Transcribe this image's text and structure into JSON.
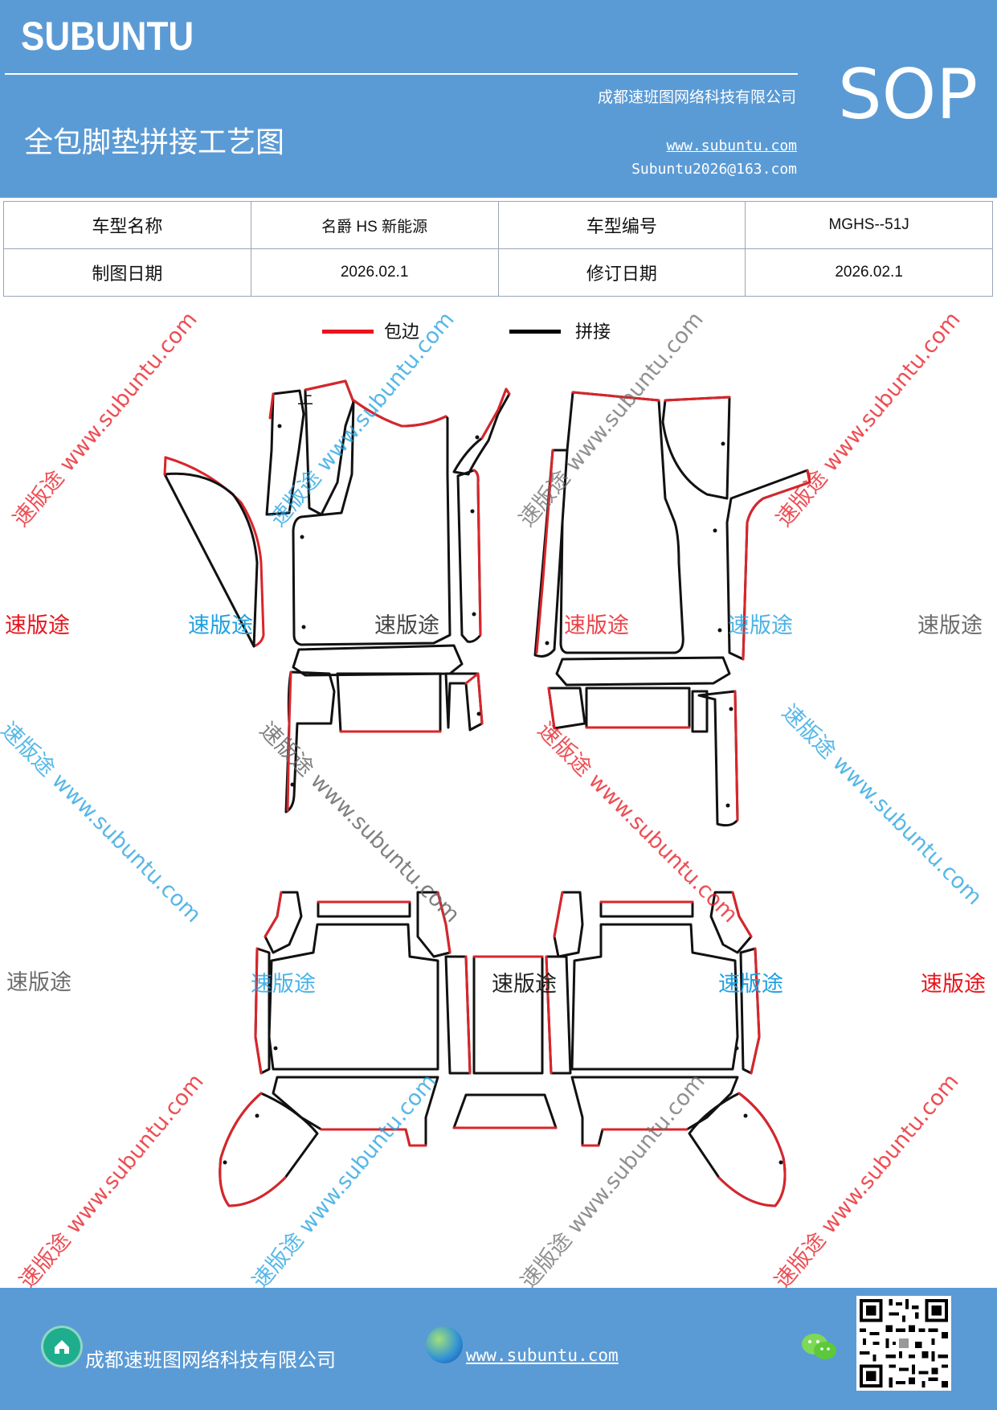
{
  "header": {
    "brand": "SUBUNTU",
    "company": "成都速班图网络科技有限公司",
    "sop": "SOP",
    "title": "全包脚垫拼接工艺图",
    "website": "www.subuntu.com",
    "email": "Subuntu2026@163.com"
  },
  "info": {
    "model_name_label": "车型名称",
    "model_name_value": "名爵 HS 新能源",
    "model_code_label": "车型编号",
    "model_code_value": "MGHS--51J",
    "draw_date_label": "制图日期",
    "draw_date_value": "2026.02.1",
    "revise_date_label": "修订日期",
    "revise_date_value": "2026.02.1"
  },
  "legend": {
    "edge_label": "包边",
    "joint_label": "拼接",
    "edge_color": "#e8141c",
    "joint_color": "#000000"
  },
  "diagram": {
    "mark_label": "上"
  },
  "watermark": {
    "brand": "速版途",
    "diag": "速版途 www.subuntu.com"
  },
  "footer": {
    "company": "成都速班图网络科技有限公司",
    "website": "www.subuntu.com"
  },
  "colors": {
    "header_bg": "#5b9bd5",
    "cut_red": "#d9252b",
    "wm_red": "#e8141c",
    "wm_blue": "#1ea0e0",
    "wm_gray": "#6b6b6b"
  }
}
